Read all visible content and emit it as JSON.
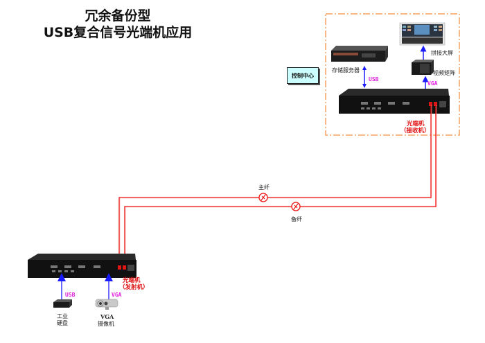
{
  "title": {
    "line1": "冗余备份型",
    "line2": "USB复合信号光端机应用"
  },
  "control_center": {
    "label": "控制中心",
    "server_label": "存储服务器",
    "video_wall_label": "拼接大屏",
    "matrix_label": "视频矩阵",
    "usb_label": "USB",
    "vga_label": "VGA",
    "receiver_label_1": "光端机",
    "receiver_label_2": "（接收机）"
  },
  "fibers": {
    "main_label": "主纤",
    "backup_label": "备纤"
  },
  "field": {
    "transmitter_label_1": "光端机",
    "transmitter_label_2": "（发射机）",
    "usb_label": "USB",
    "vga_label": "VGA",
    "hdd_label_1": "工业",
    "hdd_label_2": "硬盘",
    "camera_label_1": "VGA",
    "camera_label_2": "摄像机"
  },
  "colors": {
    "fiber_red": "#ee1111",
    "arrow_blue": "#1a1aff",
    "border_orange": "#f5a060",
    "label_magenta": "#e11ee1",
    "control_box": "#ccffff"
  }
}
